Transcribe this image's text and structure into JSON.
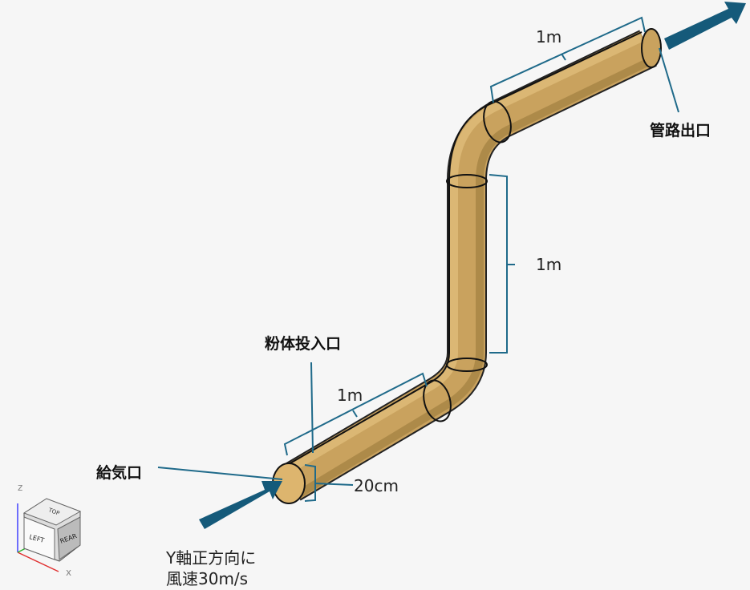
{
  "labels": {
    "outlet": "管路出口",
    "powder_inlet": "粉体投入口",
    "air_inlet": "給気口",
    "top_length": "1m",
    "vertical_length": "1m",
    "bottom_length": "1m",
    "diameter": "20cm",
    "flow_line1": "Y軸正方向に",
    "flow_line2": "風速30m/s"
  },
  "view_cube": {
    "top": "TOP",
    "left": "LEFT",
    "rear": "REAR",
    "axis_z": "z",
    "axis_x": "x"
  },
  "colors": {
    "pipe": "#c9a25e",
    "arrow": "#155a7a",
    "leader": "#1f6a8a"
  }
}
